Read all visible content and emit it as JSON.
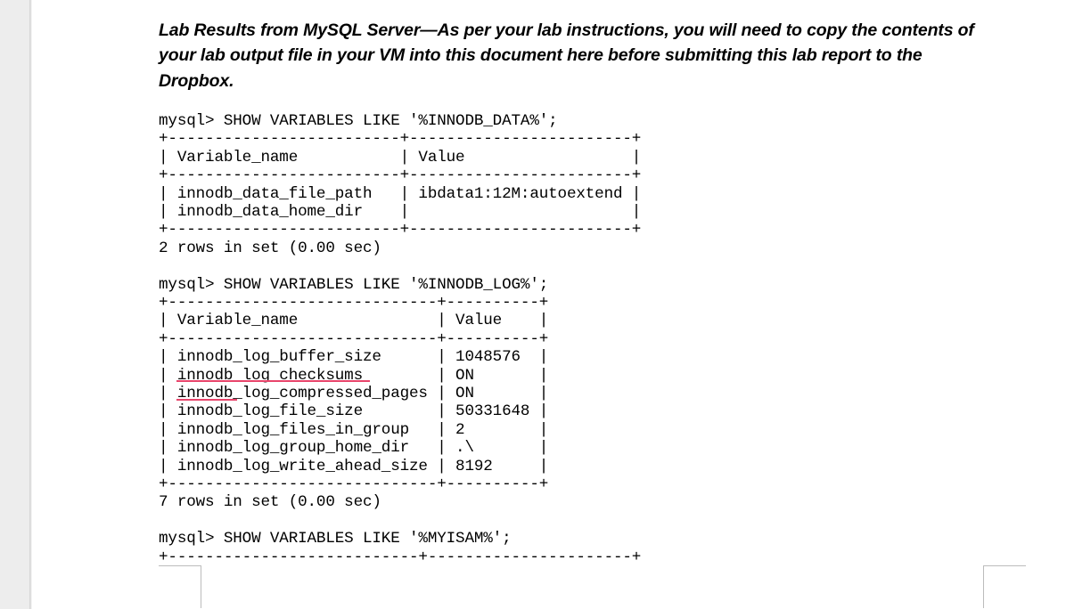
{
  "document": {
    "heading": "Lab Results from MySQL Server—As per your lab instructions, you will need to copy the contents of your lab output file in your VM into this document here before submitting this lab report to the Dropbox.",
    "terminal_text": "mysql> SHOW VARIABLES LIKE '%INNODB_DATA%';\n+-------------------------+------------------------+\n| Variable_name           | Value                  |\n+-------------------------+------------------------+\n| innodb_data_file_path   | ibdata1:12M:autoextend |\n| innodb_data_home_dir    |                        |\n+-------------------------+------------------------+\n2 rows in set (0.00 sec)\n\nmysql> SHOW VARIABLES LIKE '%INNODB_LOG%';\n+-----------------------------+----------+\n| Variable_name               | Value    |\n+-----------------------------+----------+\n| innodb_log_buffer_size      | 1048576  |\n| innodb_log_checksums        | ON       |\n| innodb_log_compressed_pages | ON       |\n| innodb_log_file_size        | 50331648 |\n| innodb_log_files_in_group   | 2        |\n| innodb_log_group_home_dir   | .\\       |\n| innodb_log_write_ahead_size | 8192     |\n+-----------------------------+----------+\n7 rows in set (0.00 sec)\n\nmysql> SHOW VARIABLES LIKE '%MYISAM%';\n+---------------------------+----------------------+",
    "queries": [
      {
        "prompt": "mysql>",
        "statement": "SHOW VARIABLES LIKE '%INNODB_DATA%';",
        "columns": [
          "Variable_name",
          "Value"
        ],
        "rows": [
          [
            "innodb_data_file_path",
            "ibdata1:12M:autoextend"
          ],
          [
            "innodb_data_home_dir",
            ""
          ]
        ],
        "footer": "2 rows in set (0.00 sec)"
      },
      {
        "prompt": "mysql>",
        "statement": "SHOW VARIABLES LIKE '%INNODB_LOG%';",
        "columns": [
          "Variable_name",
          "Value"
        ],
        "rows": [
          [
            "innodb_log_buffer_size",
            "1048576"
          ],
          [
            "innodb_log_checksums",
            "ON"
          ],
          [
            "innodb_log_compressed_pages",
            "ON"
          ],
          [
            "innodb_log_file_size",
            "50331648"
          ],
          [
            "innodb_log_files_in_group",
            "2"
          ],
          [
            "innodb_log_group_home_dir",
            ".\\"
          ],
          [
            "innodb_log_write_ahead_size",
            "8192"
          ]
        ],
        "footer": "7 rows in set (0.00 sec)"
      },
      {
        "prompt": "mysql>",
        "statement": "SHOW VARIABLES LIKE '%MYISAM%';",
        "columns": [],
        "rows": [],
        "footer": ""
      }
    ]
  },
  "colors": {
    "page_background": "#ffffff",
    "app_background": "#ededed",
    "text": "#000000",
    "spellcheck_underline": "#e8456b",
    "margin_guide": "#bcbcbc"
  }
}
